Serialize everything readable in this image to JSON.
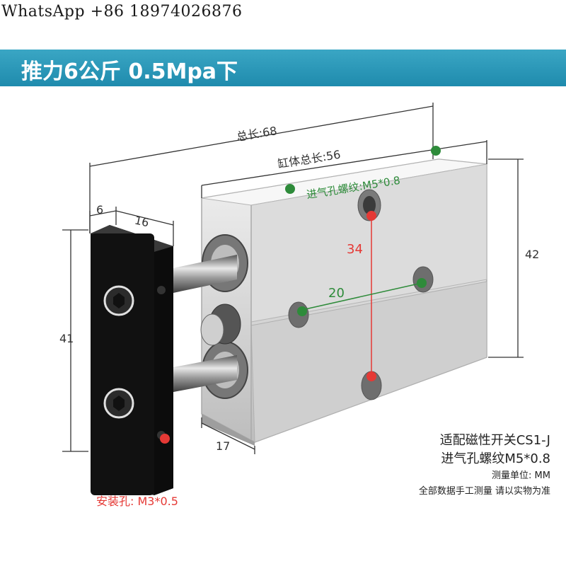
{
  "watermark": "WhatsApp +86 18974026876",
  "banner": {
    "title": "推力6公斤 0.5Mpa下",
    "color": "#2196b8"
  },
  "dimensions": {
    "total_length": "总长:68",
    "cylinder_length": "缸体总长:56",
    "inlet_thread": "进气孔螺纹:M5*0.8",
    "plate_thickness": "6",
    "rod_length": "16",
    "plate_height": "41",
    "body_height": "42",
    "hole_spacing_vertical": "34",
    "hole_spacing_horizontal": "20",
    "body_bottom_width": "17"
  },
  "notes": {
    "switch": "适配磁性开关CS1-J",
    "thread": "进气孔螺纹M5*0.8",
    "unit": "测量单位:  MM",
    "disclaimer": "全部数据手工测量 请以实物为准"
  },
  "mounting_hole": "安装孔:  M3*0.5",
  "colors": {
    "accent_red": "#e53935",
    "accent_green": "#2e8b3a",
    "plate": "#111111",
    "body": "#d9d9d9"
  }
}
